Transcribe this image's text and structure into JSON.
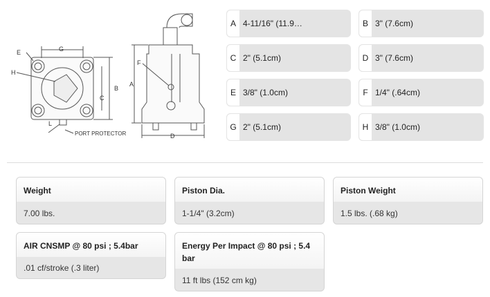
{
  "diagram": {
    "labels": {
      "a": "A",
      "b": "B",
      "c": "C",
      "d": "D",
      "e": "E",
      "f": "F",
      "g": "G",
      "h": "H",
      "l": "L",
      "port": "PORT PROTECTOR"
    }
  },
  "dimensions": [
    {
      "letter": "A",
      "value": "4-11/16\"  (11.9…"
    },
    {
      "letter": "B",
      "value": "3\"  (7.6cm)"
    },
    {
      "letter": "C",
      "value": "2\"  (5.1cm)"
    },
    {
      "letter": "D",
      "value": "3\"  (7.6cm)"
    },
    {
      "letter": "E",
      "value": "3/8\"  (1.0cm)"
    },
    {
      "letter": "F",
      "value": "1/4\"  (.64cm)"
    },
    {
      "letter": "G",
      "value": "2\"  (5.1cm)"
    },
    {
      "letter": "H",
      "value": "3/8\"  (1.0cm)"
    }
  ],
  "specs": {
    "weight": {
      "label": "Weight",
      "value": "7.00 lbs."
    },
    "piston_dia": {
      "label": "Piston Dia.",
      "value": "1-1/4\" (3.2cm)"
    },
    "piston_weight": {
      "label": "Piston Weight",
      "value": "1.5 lbs. (.68 kg)"
    },
    "air": {
      "label": "AIR CNSMP @ 80 psi ; 5.4bar",
      "value": ".01 cf/stroke (.3 liter)"
    },
    "energy": {
      "label": "Energy Per Impact @ 80 psi ; 5.4 bar",
      "value": "11 ft lbs (152 cm kg)"
    }
  }
}
